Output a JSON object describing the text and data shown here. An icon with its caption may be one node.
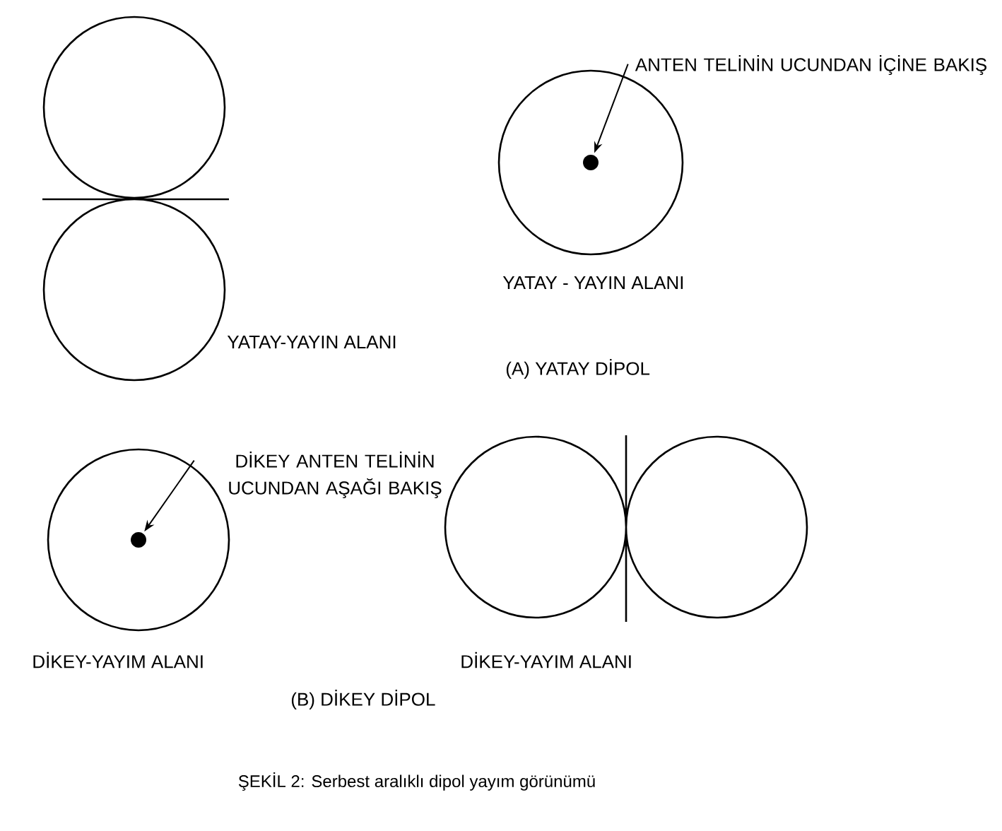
{
  "diagram": {
    "caption": "ŞEKİL 2: Serbest aralıklı dipol yayım görünümü",
    "nodes": [
      {
        "text": [
          "ANTEN TELİNİN UCUNDAN İÇİNE BAKIŞ"
        ]
      },
      {
        "text": [],
        "shape": "circle"
      },
      {
        "text": [
          "DİKEY ANTEN TELİNİN UCUNDAN AŞAĞI BAKIŞ"
        ]
      },
      {
        "text": [],
        "shape": "circle"
      }
    ],
    "edges": [
      {
        "from": 0,
        "to": 1,
        "arrow": "to"
      },
      {
        "from": 2,
        "to": 3,
        "arrow": "to"
      }
    ],
    "labels": [
      "YATAY-YAYIN ALANI",
      "YATAY - YAYIN ALANI",
      "(A) YATAY DİPOL",
      "DİKEY-YAYIM ALANI",
      "DİKEY-YAYIM ALANI",
      "(B) DİKEY DİPOL"
    ]
  }
}
